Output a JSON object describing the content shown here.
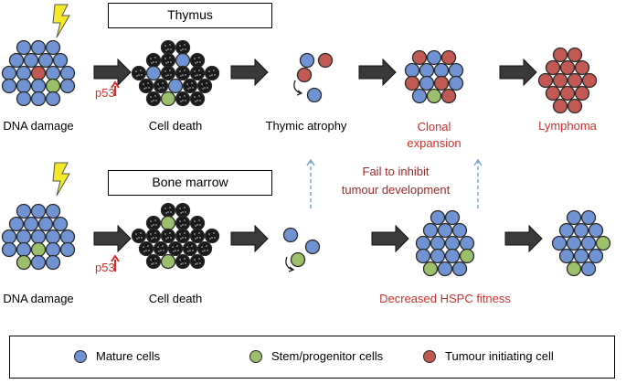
{
  "colors": {
    "mature": "#6f93d3",
    "stem": "#9bbf6b",
    "tumour": "#c05a52",
    "dead": "#1a1a1a",
    "arrow": "#3a3a3a",
    "red_text": "#d0302d",
    "dashed": "#7aa7d6"
  },
  "thymus": {
    "box_label": "Thymus",
    "p53_label": "p53",
    "steps": [
      "DNA damage",
      "Cell death",
      "Thymic atrophy",
      "Clonal\nexpansion",
      "Lymphoma"
    ]
  },
  "bone_marrow": {
    "box_label": "Bone marrow",
    "p53_label": "p53",
    "steps": [
      "DNA damage",
      "Cell death",
      "Decreased HSPC fitness"
    ]
  },
  "note": "Fail to inhibit\ntumour development",
  "legend": {
    "mature": "Mature cells",
    "stem": "Stem/progenitor cells",
    "tumour": "Tumour initiating cell"
  }
}
